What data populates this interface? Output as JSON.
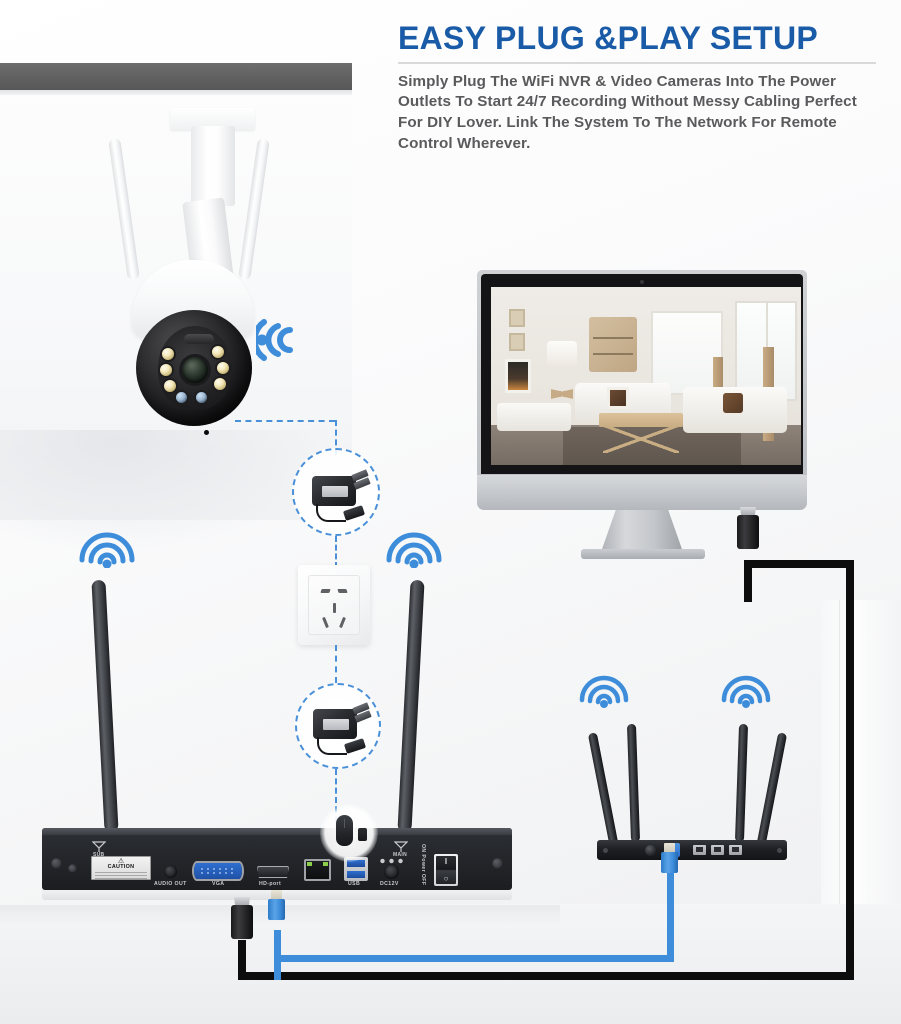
{
  "header": {
    "title": "EASY PLUG &PLAY SETUP",
    "body": "Simply Plug The WiFi NVR & Video Cameras Into The Power Outlets To Start 24/7 Recording Without Messy Cabling Perfect For DIY Lover. Link The System To The Network For Remote Control Wherever.",
    "title_color": "#1a5ba8",
    "body_color": "#5a5a5c"
  },
  "colors": {
    "accent_blue": "#4a90d9",
    "cable_blue": "#3d8ddb",
    "cable_black": "#0d0d0e",
    "ceiling_gray": "#636363",
    "device_black": "#1e2024"
  },
  "devices": {
    "camera": {
      "name": "WiFi PTZ Security Camera",
      "antenna_count": 2,
      "led_count": 8,
      "mount": "ceiling-bracket"
    },
    "monitor": {
      "name": "Display Monitor",
      "screen_content": "Living room surveillance view"
    },
    "nvr": {
      "name": "WiFi NVR Recorder",
      "caution": {
        "word": "CAUTION",
        "symbol": "⚠"
      },
      "antenna_labels": {
        "sub": "SUB",
        "main": "MAIN"
      },
      "power_switch_label": "ON Power OFF",
      "ports": [
        {
          "id": "audio-out",
          "label": "AUDIO OUT"
        },
        {
          "id": "vga",
          "label": "VGA"
        },
        {
          "id": "hd-port",
          "label": "HD-port"
        },
        {
          "id": "lan",
          "label": ""
        },
        {
          "id": "usb",
          "label": "USB"
        },
        {
          "id": "dc12v",
          "label": "DC12V"
        }
      ],
      "accessory": "USB Mouse"
    },
    "router": {
      "name": "WiFi Router",
      "antenna_count": 4,
      "lan_port_count": 3
    },
    "wall_outlet": {
      "name": "Wall Power Outlet",
      "socket_type": "flat-pin + three-prong"
    },
    "power_adapters": [
      {
        "id": "adapter-camera",
        "name": "Camera Power Adapter"
      },
      {
        "id": "adapter-nvr",
        "name": "NVR Power Adapter"
      }
    ]
  },
  "connections": [
    {
      "id": "hdmi-nvr-to-monitor",
      "type": "HDMI",
      "color": "#0d0d0e",
      "from": "nvr-hd-port",
      "to": "monitor"
    },
    {
      "id": "ethernet-nvr-to-router",
      "type": "Ethernet",
      "color": "#3d8ddb",
      "from": "nvr-lan-port",
      "to": "router-wan"
    },
    {
      "id": "dashed-camera-to-adapter",
      "type": "Power",
      "color": "#4a90d9",
      "from": "camera",
      "to": "adapter-camera"
    },
    {
      "id": "dashed-adapter-to-outlet",
      "type": "Power",
      "color": "#4a90d9",
      "from": "adapter-camera",
      "to": "wall-outlet"
    },
    {
      "id": "dashed-outlet-to-adapter-nvr",
      "type": "Power",
      "color": "#4a90d9",
      "from": "wall-outlet",
      "to": "adapter-nvr"
    },
    {
      "id": "dashed-adapter-nvr-to-nvr",
      "type": "Power",
      "color": "#4a90d9",
      "from": "adapter-nvr",
      "to": "nvr-dc12v"
    }
  ],
  "wifi_indicators": [
    {
      "id": "wifi-camera",
      "near": "camera"
    },
    {
      "id": "wifi-nvr-sub",
      "near": "nvr-sub-antenna"
    },
    {
      "id": "wifi-nvr-main",
      "near": "nvr-main-antenna"
    },
    {
      "id": "wifi-router-left",
      "near": "router-antenna-left"
    },
    {
      "id": "wifi-router-right",
      "near": "router-antenna-right"
    }
  ]
}
